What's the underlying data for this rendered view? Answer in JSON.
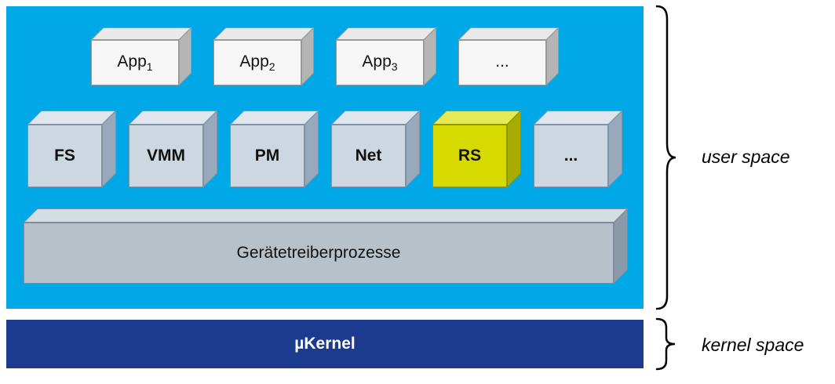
{
  "colors": {
    "user_space_bg": "#00a8e8",
    "kernel_bg": "#1c3b8e",
    "kernel_text": "#ffffff",
    "app_front": "#f7f7f7",
    "app_top": "#e9e9e9",
    "app_right": "#b5b5b5",
    "service_front": "#cdd7e2",
    "service_top": "#dfe6ee",
    "service_right": "#98a9bb",
    "rs_front": "#d6da00",
    "rs_top": "#e4e955",
    "rs_right": "#a8ac00",
    "driver_front": "#b7c1ca",
    "driver_top": "#d5dce2",
    "driver_right": "#8b9aa8"
  },
  "user_space": {
    "region_label": "user space",
    "apps": [
      {
        "text": "App",
        "sub": "1"
      },
      {
        "text": "App",
        "sub": "2"
      },
      {
        "text": "App",
        "sub": "3"
      },
      {
        "text": "...",
        "sub": ""
      }
    ],
    "services": [
      "FS",
      "VMM",
      "PM",
      "Net",
      "RS",
      "..."
    ],
    "driver_bar_label": "Gerätetreiberprozesse"
  },
  "kernel_space": {
    "region_label": "kernel space",
    "kernel_label": "µKernel"
  }
}
